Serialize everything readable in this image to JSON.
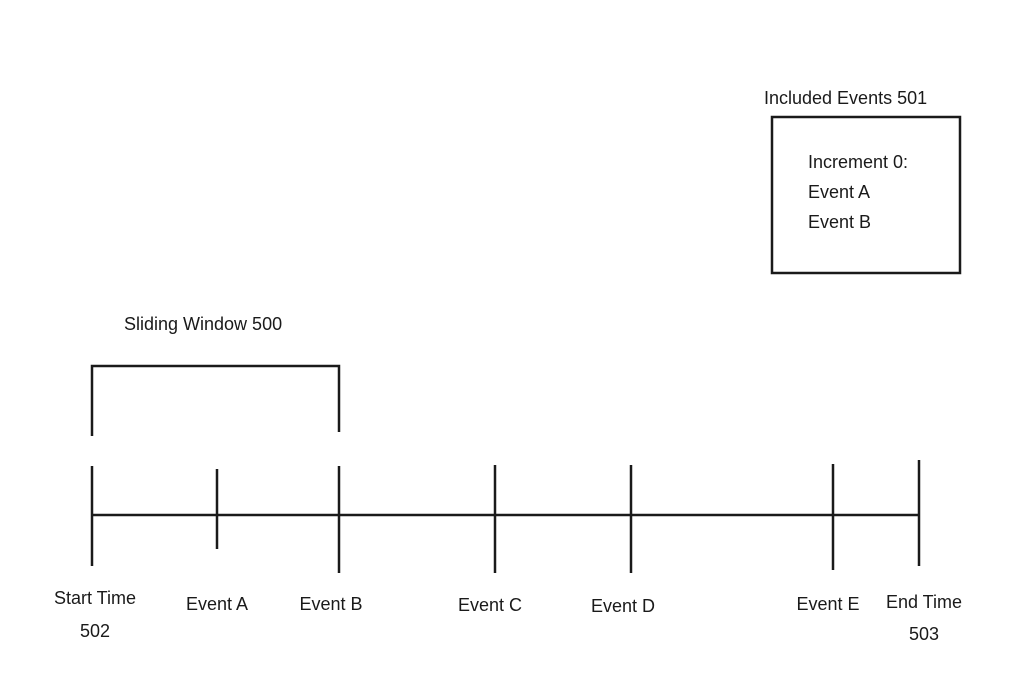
{
  "diagram": {
    "included_events": {
      "title": "Included Events 501",
      "lines": [
        "Increment 0:",
        "Event A",
        "Event B"
      ]
    },
    "sliding_window": {
      "label": "Sliding Window 500"
    },
    "timeline": {
      "ticks": [
        {
          "name": "tick-start-time",
          "lines": [
            "Start Time",
            "502"
          ]
        },
        {
          "name": "tick-event-a",
          "lines": [
            "Event A"
          ]
        },
        {
          "name": "tick-event-b",
          "lines": [
            "Event B"
          ]
        },
        {
          "name": "tick-event-c",
          "lines": [
            "Event C"
          ]
        },
        {
          "name": "tick-event-d",
          "lines": [
            "Event D"
          ]
        },
        {
          "name": "tick-event-e",
          "lines": [
            "Event E"
          ]
        },
        {
          "name": "tick-end-time",
          "lines": [
            "End Time",
            "503"
          ]
        }
      ]
    }
  }
}
